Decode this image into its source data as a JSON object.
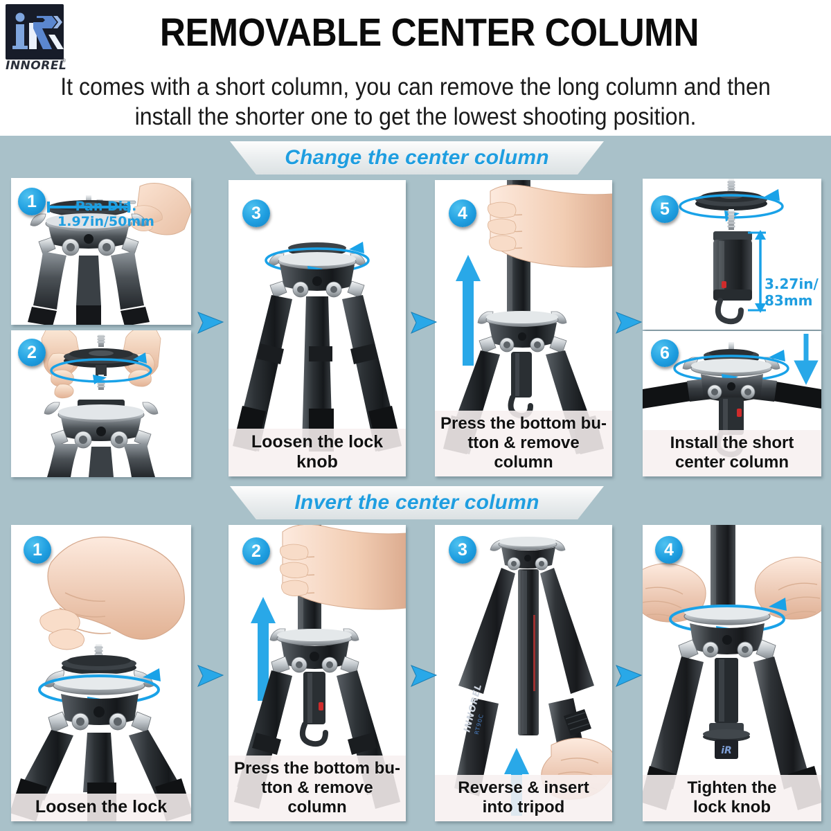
{
  "brand": {
    "logo_name": "innorel-logo",
    "wordmark": "INNOREL",
    "registered": "®"
  },
  "header": {
    "title": "REMOVABLE CENTER COLUMN",
    "subtitle": "It comes with a short column, you can remove the long column and then install the shorter one to get the lowest shooting position."
  },
  "colors": {
    "background": "#a9c1c9",
    "accent_blue": "#1f9ee0",
    "panel_white": "#ffffff",
    "caption_bg": "#f7f0f0",
    "logo_dark": "#171c29"
  },
  "sections": [
    {
      "id": "change-center-column",
      "banner": "Change the center column",
      "steps": [
        {
          "number": "1",
          "caption": "",
          "annotation": "Pan Dia.\n1.97in/50mm",
          "alt": "Hex key inserted into the pan base screw of the tripod head"
        },
        {
          "number": "2",
          "caption": "",
          "annotation": "",
          "alt": "Hand rotating the removable top plate off the center column"
        },
        {
          "number": "3",
          "caption": "Loosen the lock knob",
          "annotation": "",
          "alt": "Tripod with legs spread and lock collar being loosened"
        },
        {
          "number": "4",
          "caption": "Press the bottom bu-\ntton & remove column",
          "annotation": "",
          "alt": "Hand gripping and lifting the long center column upward"
        },
        {
          "number": "5",
          "caption": "",
          "annotation": "3.27in/\n83mm",
          "alt": "Short center column with hook shown with height dimension"
        },
        {
          "number": "6",
          "caption": "Install the short\ncenter column",
          "annotation": "",
          "alt": "Short center column installed into the tripod spider"
        }
      ]
    },
    {
      "id": "invert-center-column",
      "banner": "Invert the center column",
      "steps": [
        {
          "number": "1",
          "caption": "Loosen the lock",
          "annotation": "",
          "alt": "Hand turning the lock collar to loosen it"
        },
        {
          "number": "2",
          "caption": "Press the bottom bu-\ntton & remove column",
          "annotation": "",
          "alt": "Hand pulling the center column upward out of the tripod"
        },
        {
          "number": "3",
          "caption": "Reverse & insert\ninto tripod",
          "annotation": "",
          "alt": "Center column flipped and inserted back into the tripod"
        },
        {
          "number": "4",
          "caption": "Tighten the\nlock knob",
          "annotation": "",
          "alt": "Hands tightening the lock knob on the inverted column"
        }
      ]
    }
  ],
  "connectors": {
    "icon": "arrow-right-icon",
    "count": 6
  }
}
